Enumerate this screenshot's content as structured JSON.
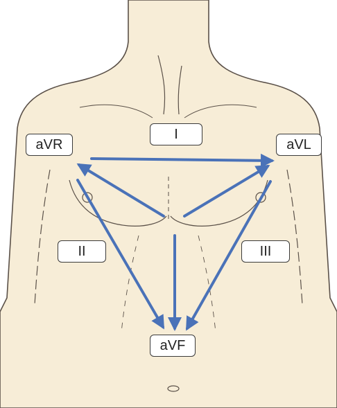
{
  "leads": {
    "avr": "aVR",
    "i": "I",
    "avl": "aVL",
    "ii": "II",
    "iii": "III",
    "avf": "aVF"
  },
  "colors": {
    "skin": "#f7edd7",
    "outline": "#5a5048",
    "arrow": "#4a72b8",
    "label_border": "#3a3a3a"
  },
  "icons": {
    "body": "torso-outline-icon",
    "arrows": "lead-vector-arrow-icon"
  }
}
